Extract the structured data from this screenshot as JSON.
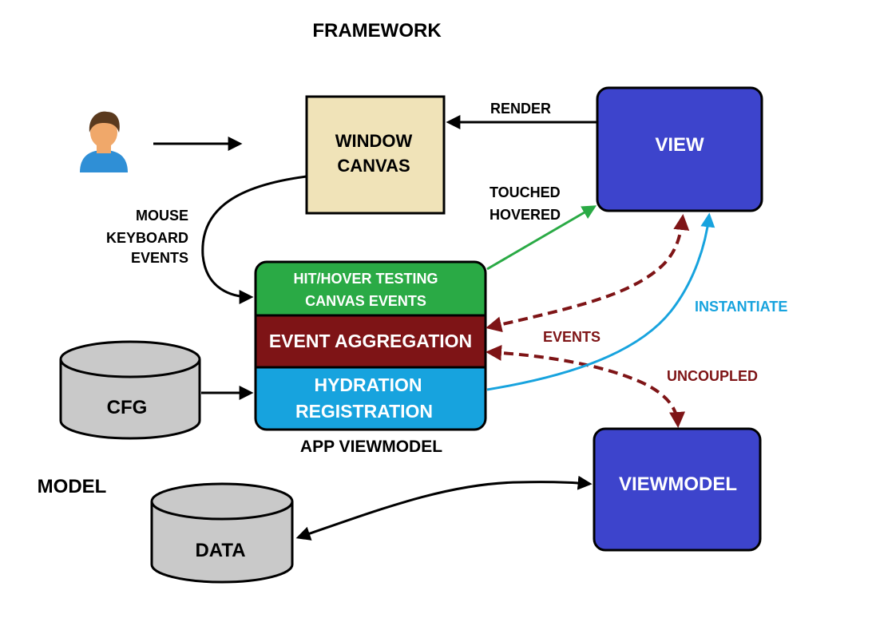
{
  "headings": {
    "framework": "FRAMEWORK",
    "model": "MODEL"
  },
  "boxes": {
    "window_canvas": [
      "WINDOW",
      "CANVAS"
    ],
    "view": "VIEW",
    "viewmodel": "VIEWMODEL"
  },
  "app_viewmodel": {
    "caption": "APP VIEWMODEL",
    "hit_hover": [
      "HIT/HOVER TESTING",
      "CANVAS EVENTS"
    ],
    "event_aggregation": "EVENT AGGREGATION",
    "hydration": [
      "HYDRATION",
      "REGISTRATION"
    ]
  },
  "stores": {
    "cfg": "CFG",
    "data": "DATA"
  },
  "arrow_labels": {
    "render": "RENDER",
    "touched_hovered": [
      "TOUCHED",
      "HOVERED"
    ],
    "mouse_keyboard_events": [
      "MOUSE",
      "KEYBOARD",
      "EVENTS"
    ],
    "events": "EVENTS",
    "uncoupled": "UNCOUPLED",
    "instantiate": "INSTANTIATE"
  },
  "icons": {
    "user": "user-icon"
  },
  "colors": {
    "window_canvas_fill": "#f0e3b8",
    "blue_box_fill": "#3d44cc",
    "hit_hover_fill": "#2aaa45",
    "event_aggregation_fill": "#7e1416",
    "hydration_fill": "#17a3de",
    "store_fill": "#c9c9c9",
    "green_arrow": "#2aaa45",
    "dark_red_arrow": "#7e1416",
    "blue_arrow": "#17a3de",
    "instantiate_text": "#17a3de",
    "dark_red_text": "#7e1416"
  }
}
